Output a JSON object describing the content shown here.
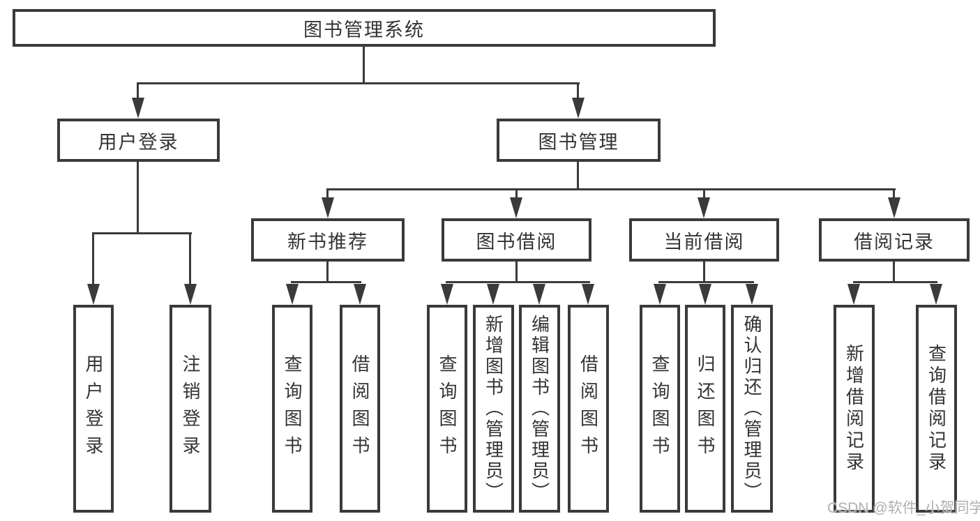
{
  "diagram": {
    "root": "图书管理系统",
    "branches": [
      {
        "label": "用户登录",
        "children": [
          "用户登录",
          "注销登录"
        ]
      },
      {
        "label": "图书管理",
        "children": [
          {
            "label": "新书推荐",
            "children": [
              "查询图书",
              "借阅图书"
            ]
          },
          {
            "label": "图书借阅",
            "children": [
              "查询图书",
              "新增图书（管理员）",
              "编辑图书（管理员）",
              "借阅图书"
            ]
          },
          {
            "label": "当前借阅",
            "children": [
              "查询图书",
              "归还图书",
              "确认归还（管理员）"
            ]
          },
          {
            "label": "借阅记录",
            "children": [
              "新增借阅记录",
              "查询借阅记录"
            ]
          }
        ]
      }
    ],
    "watermark": "CSDN @软件_小贺同学"
  },
  "colors": {
    "line": "#3a3a3a",
    "text": "#333333",
    "watermark": "#b0b0b0",
    "background": "#ffffff"
  }
}
